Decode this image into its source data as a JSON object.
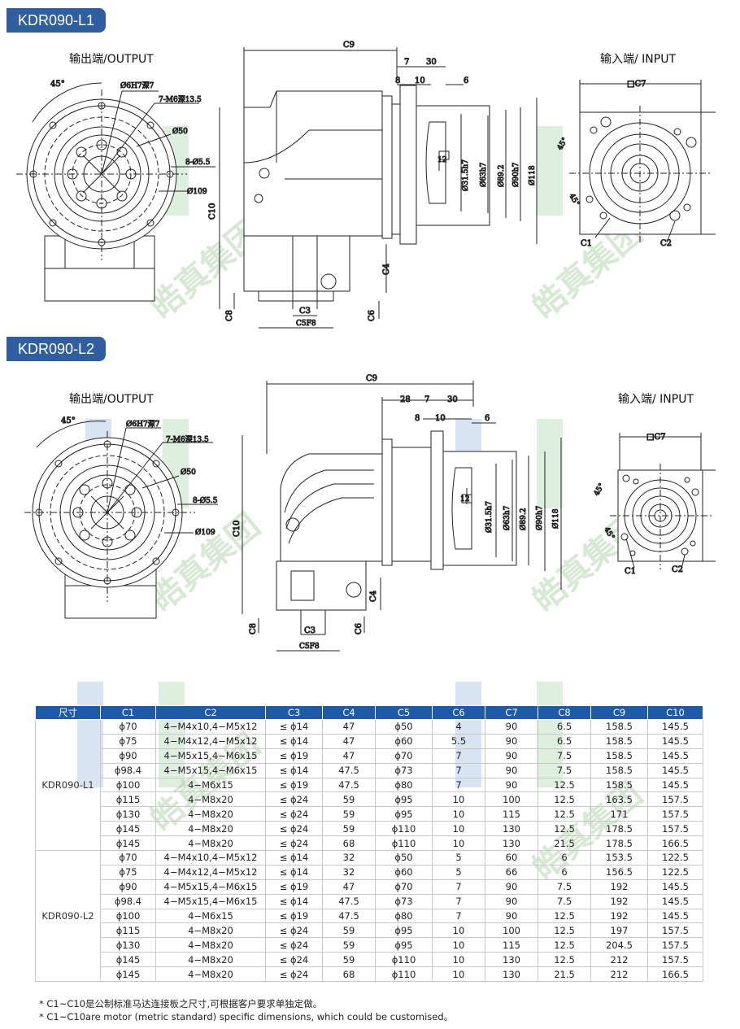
{
  "models": [
    {
      "tag": "KDR090-L1",
      "output_label": "输出端/OUTPUT",
      "input_label": "输入端/ INPUT",
      "dims": {
        "c9": "C9",
        "d7": "7",
        "d30": "30",
        "d8": "8",
        "d10": "10",
        "d6": "6",
        "c10": "C10",
        "d12": "12",
        "d315": "Ø31.5h7",
        "d63": "Ø63h7",
        "d892": "Ø89.2",
        "d90": "Ø90h7",
        "d118": "Ø118",
        "c4": "C4",
        "c3": "C3",
        "c5": "C5F8",
        "c8": "C8",
        "c6": "C6",
        "angle": "45°",
        "hole6": "Ø6H7深7",
        "m6": "7-M6深13.5",
        "d50": "Ø50",
        "d55": "8-Ø5.5",
        "d109": "Ø109",
        "c7": "□C7",
        "in45a": "45°",
        "in45b": "45°",
        "c1": "C1",
        "c2": "C2"
      }
    },
    {
      "tag": "KDR090-L2",
      "output_label": "输出端/OUTPUT",
      "input_label": "输入端/ INPUT",
      "dims": {
        "c9": "C9",
        "d28": "28",
        "d7": "7",
        "d30": "30",
        "d8": "8",
        "d10": "10",
        "d6": "6",
        "c10": "C10",
        "d12": "12",
        "d315": "Ø31.5h7",
        "d63": "Ø63h7",
        "d892": "Ø89.2",
        "d90": "Ø90h7",
        "d118": "Ø118",
        "c4": "C4",
        "c3": "C3",
        "c5": "C5F8",
        "c8": "C8",
        "c6": "C6",
        "angle": "45°",
        "hole6": "Ø6H7深7",
        "m6": "7-M6深13.5",
        "d50": "Ø50",
        "d55": "8-Ø5.5",
        "d109": "Ø109",
        "c7": "□C7",
        "in45a": "45°",
        "in45b": "45°",
        "c1": "C1",
        "c2": "C2"
      }
    }
  ],
  "watermark_text": "皓真集团",
  "table": {
    "headers": [
      "尺寸",
      "C1",
      "C2",
      "C3",
      "C4",
      "C5",
      "C6",
      "C7",
      "C8",
      "C9",
      "C10"
    ],
    "groups": [
      {
        "model": "KDR090-L1",
        "rows": [
          [
            "ϕ70",
            "4−M4x10,4−M5x12",
            "≤ ϕ14",
            "47",
            "ϕ50",
            "4",
            "90",
            "6.5",
            "158.5",
            "145.5"
          ],
          [
            "ϕ75",
            "4−M4x12,4−M5x12",
            "≤ ϕ14",
            "47",
            "ϕ60",
            "5.5",
            "90",
            "6.5",
            "158.5",
            "145.5"
          ],
          [
            "ϕ90",
            "4−M5x15,4−M6x15",
            "≤ ϕ19",
            "47",
            "ϕ70",
            "7",
            "90",
            "7.5",
            "158.5",
            "145.5"
          ],
          [
            "ϕ98.4",
            "4−M5x15,4−M6x15",
            "≤ ϕ14",
            "47.5",
            "ϕ73",
            "7",
            "90",
            "7.5",
            "158.5",
            "145.5"
          ],
          [
            "ϕ100",
            "4−M6x15",
            "≤ ϕ19",
            "47.5",
            "ϕ80",
            "7",
            "90",
            "12.5",
            "158.5",
            "145.5"
          ],
          [
            "ϕ115",
            "4−M8x20",
            "≤ ϕ24",
            "59",
            "ϕ95",
            "10",
            "100",
            "12.5",
            "163.5",
            "157.5"
          ],
          [
            "ϕ130",
            "4−M8x20",
            "≤ ϕ24",
            "59",
            "ϕ95",
            "10",
            "115",
            "12.5",
            "171",
            "157.5"
          ],
          [
            "ϕ145",
            "4−M8x20",
            "≤ ϕ24",
            "59",
            "ϕ110",
            "10",
            "130",
            "12.5",
            "178.5",
            "157.5"
          ],
          [
            "ϕ145",
            "4−M8x20",
            "≤ ϕ24",
            "68",
            "ϕ110",
            "10",
            "130",
            "21.5",
            "178.5",
            "166.5"
          ]
        ]
      },
      {
        "model": "KDR090-L2",
        "rows": [
          [
            "ϕ70",
            "4−M4x10,4−M5x12",
            "≤ ϕ14",
            "32",
            "ϕ50",
            "5",
            "60",
            "6",
            "153.5",
            "122.5"
          ],
          [
            "ϕ75",
            "4−M4x12,4−M5x12",
            "≤ ϕ14",
            "32",
            "ϕ60",
            "5",
            "66",
            "6",
            "156.5",
            "122.5"
          ],
          [
            "ϕ90",
            "4−M5x15,4−M6x15",
            "≤ ϕ19",
            "47",
            "ϕ70",
            "7",
            "90",
            "7.5",
            "192",
            "145.5"
          ],
          [
            "ϕ98.4",
            "4−M5x15,4−M6x15",
            "≤ ϕ14",
            "47.5",
            "ϕ73",
            "7",
            "90",
            "7.5",
            "192",
            "145.5"
          ],
          [
            "ϕ100",
            "4−M6x15",
            "≤ ϕ19",
            "47.5",
            "ϕ80",
            "7",
            "90",
            "12.5",
            "192",
            "145.5"
          ],
          [
            "ϕ115",
            "4−M8x20",
            "≤ ϕ24",
            "59",
            "ϕ95",
            "10",
            "100",
            "12.5",
            "197",
            "157.5"
          ],
          [
            "ϕ130",
            "4−M8x20",
            "≤ ϕ24",
            "59",
            "ϕ95",
            "10",
            "115",
            "12.5",
            "204.5",
            "157.5"
          ],
          [
            "ϕ145",
            "4−M8x20",
            "≤ ϕ24",
            "59",
            "ϕ110",
            "10",
            "130",
            "12.5",
            "212",
            "157.5"
          ],
          [
            "ϕ145",
            "4−M8x20",
            "≤ ϕ24",
            "68",
            "ϕ110",
            "10",
            "130",
            "21.5",
            "212",
            "166.5"
          ]
        ]
      }
    ]
  },
  "notes": [
    "* C1~C10是公制标准马达连接板之尺寸,可根据客户要求单独定做。",
    "* C1~C10are motor (metric standard) specific dimensions, which could be customised。"
  ]
}
